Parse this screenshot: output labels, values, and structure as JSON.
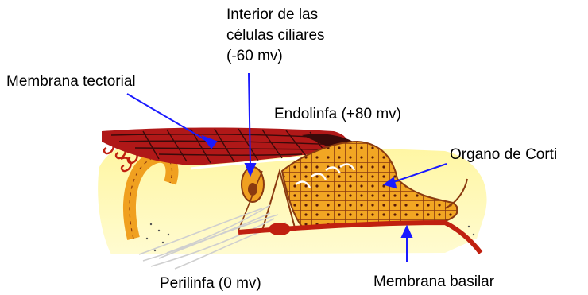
{
  "labels": {
    "cilia_line1": "Interior de las",
    "cilia_line2": "células ciliares",
    "cilia_line3": "(-60 mv)",
    "tectorial": "Membrana tectorial",
    "endolinfa": "Endolinfa (+80 mv)",
    "corti": "Organo de Corti",
    "perilinfa": "Perilinfa (0 mv)",
    "basilar": "Membrana basilar"
  },
  "colors": {
    "arrow": "#1a1aff",
    "background_fill": "#fff9a8",
    "membrane_red": "#b01818",
    "membrane_dark": "#3a0a0a",
    "corti_orange": "#f0a020",
    "cell_brown": "#8a3a10",
    "basilar_red": "#c02010",
    "fiber_gray": "#d8d8d8"
  }
}
